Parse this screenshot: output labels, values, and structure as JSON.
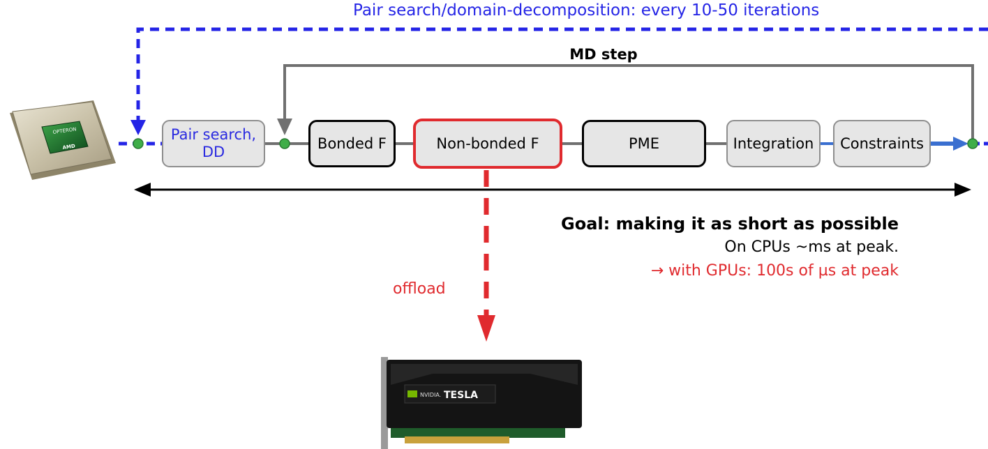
{
  "top_label": "Pair search/domain-decomposition: every 10-50 iterations",
  "md_step_label": "MD step",
  "steps": [
    {
      "label": "Pair search,\nDD"
    },
    {
      "label": "Bonded F"
    },
    {
      "label": "Non-bonded F"
    },
    {
      "label": "PME"
    },
    {
      "label": "Integration"
    },
    {
      "label": "Constraints"
    }
  ],
  "goal": {
    "title": "Goal: making it as short as possible",
    "cpu": "On CPUs ~ms at peak.",
    "gpu": "→ with GPUs: 100s of µs at peak"
  },
  "offload_label": "offload",
  "cpu_logo": {
    "line1": "OPTERON",
    "line2": "AMD"
  },
  "gpu_logo": {
    "brand": "NVIDIA.",
    "name": "TESLA"
  },
  "colors": {
    "blue": "#2424e6",
    "red": "#e02a2e",
    "gray_line": "#707070",
    "node_green": "#3fae49",
    "arrow_blue": "#3a6fd0"
  }
}
